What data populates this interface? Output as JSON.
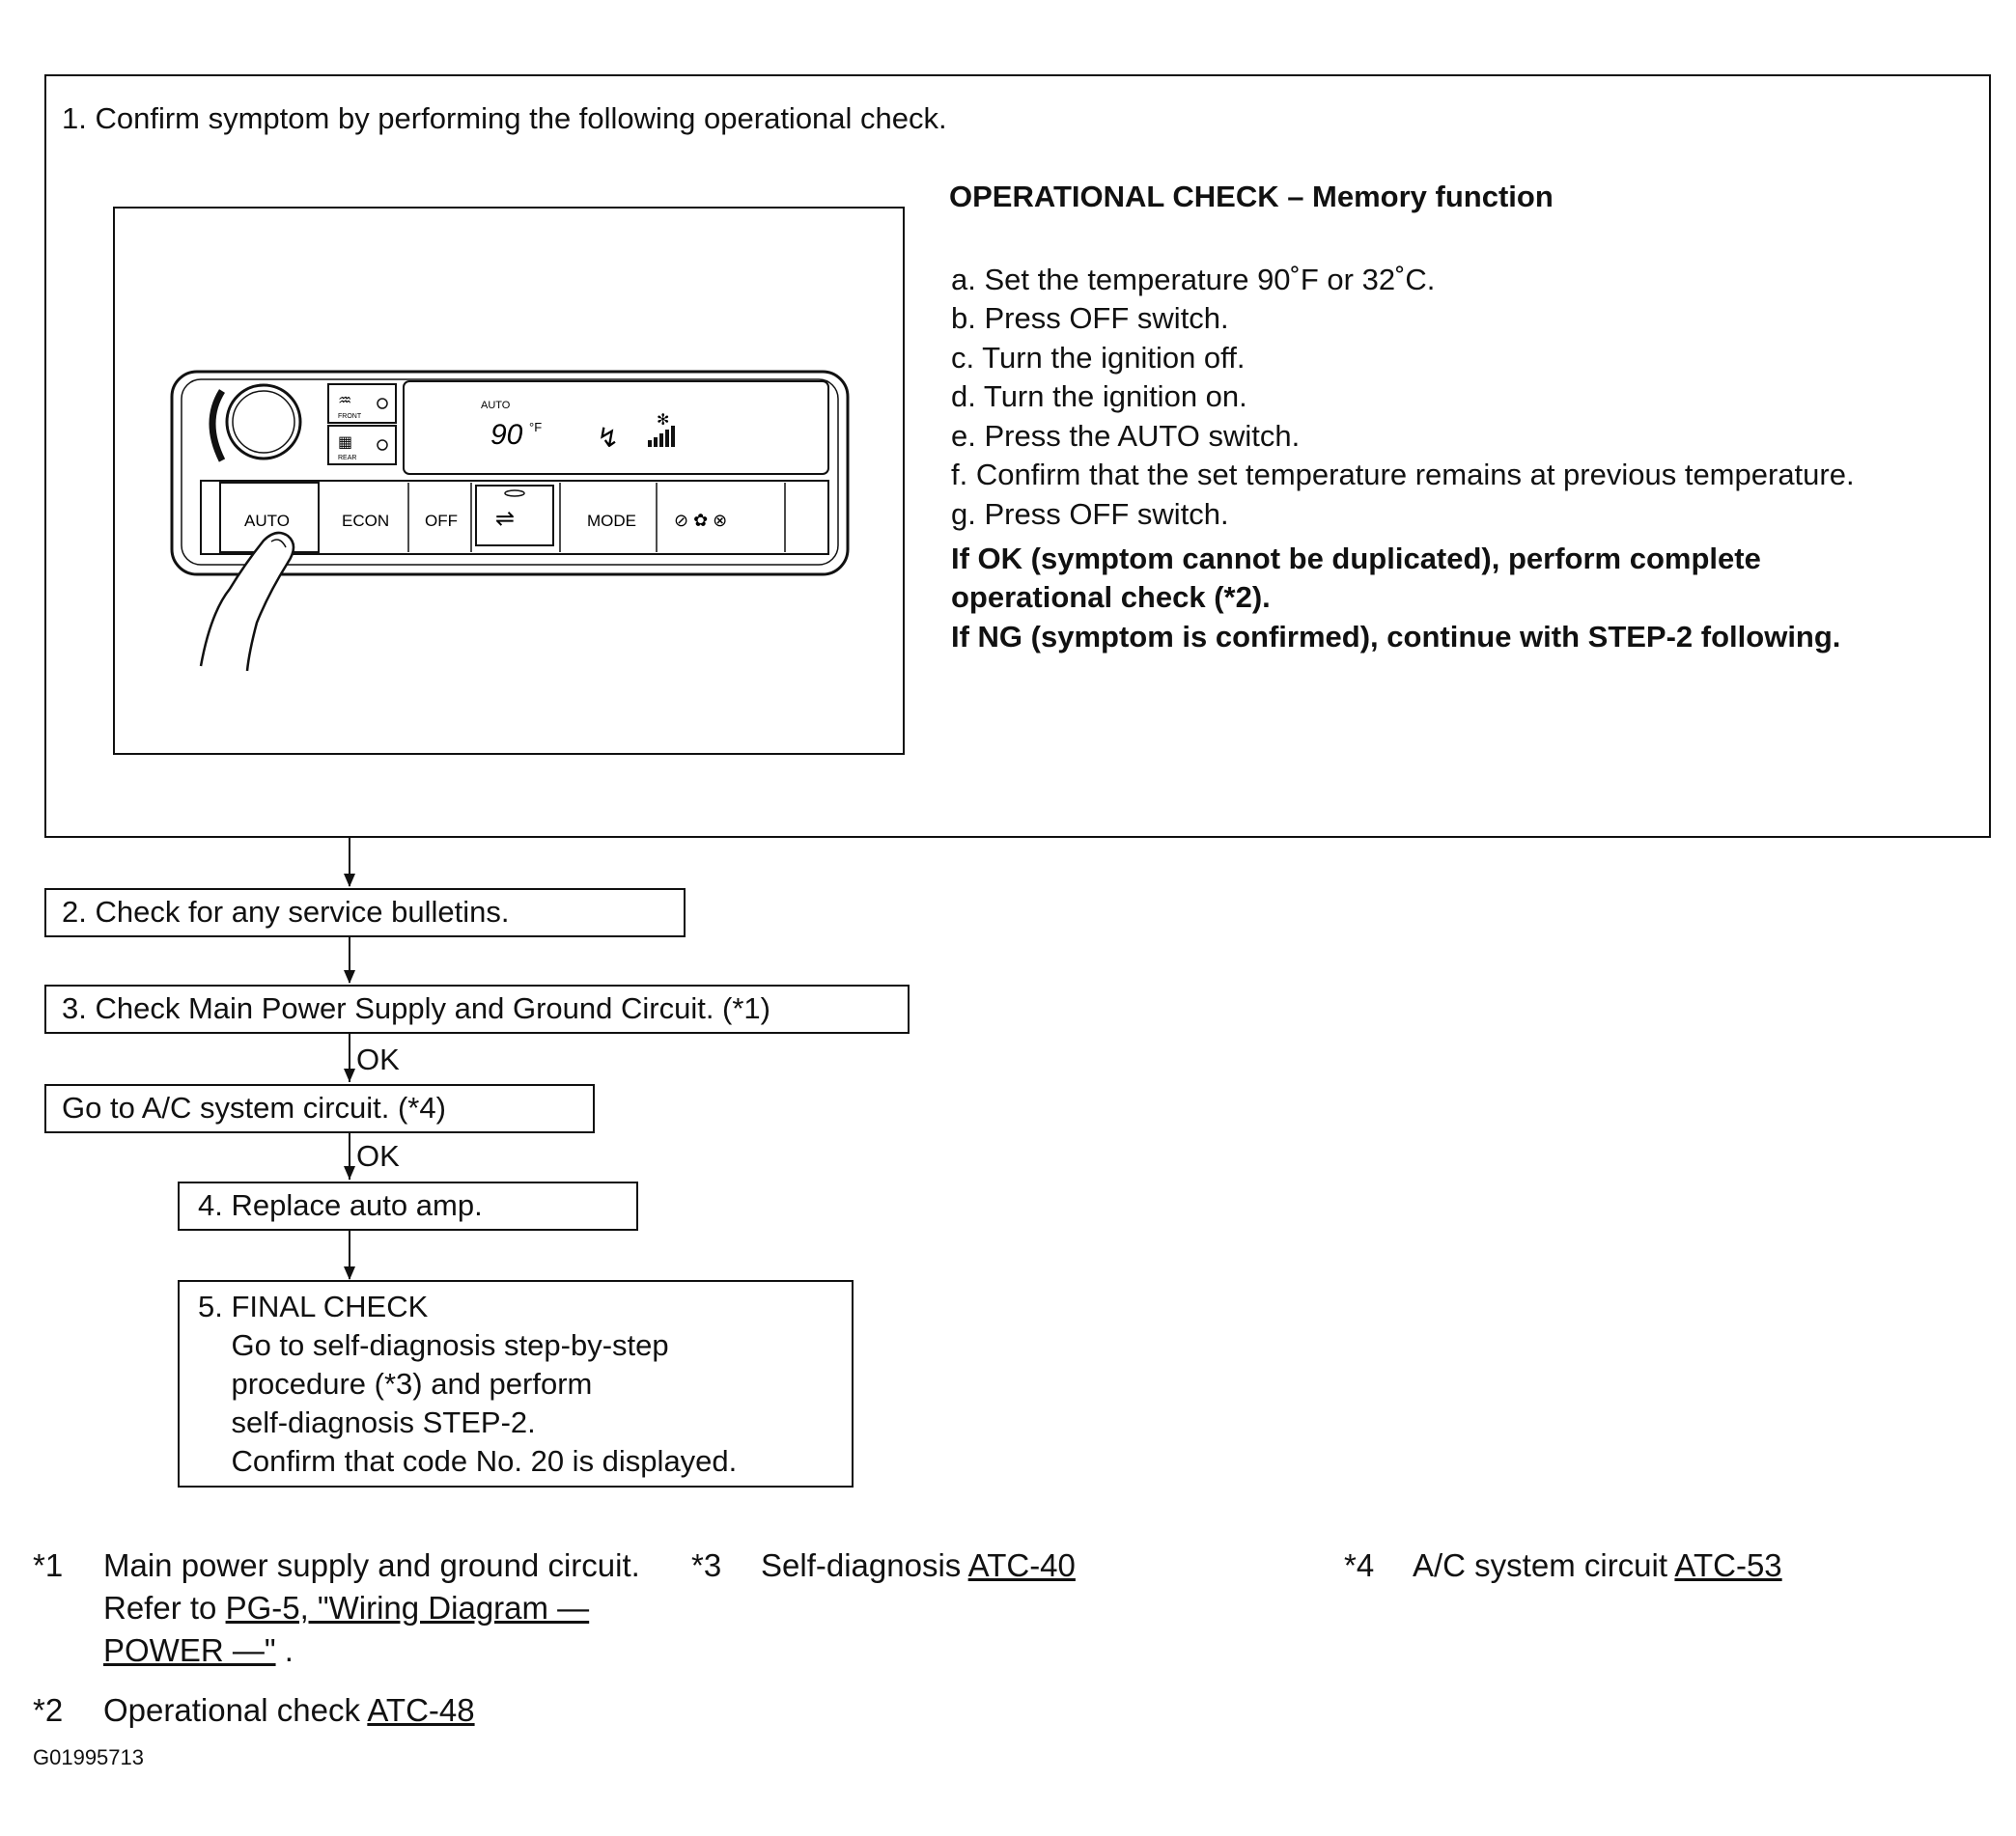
{
  "step1": {
    "text": "1. Confirm symptom by performing the following operational check.",
    "op_title": "OPERATIONAL CHECK – Memory function",
    "op_steps": [
      "a. Set the temperature 90˚F or 32˚C.",
      "b. Press OFF switch.",
      "c. Turn the ignition off.",
      "d. Turn the ignition on.",
      "e. Press the  AUTO switch.",
      "f.  Confirm that the set temperature remains at previous temperature.",
      "g. Press OFF switch."
    ],
    "result_lines": [
      "If OK (symptom cannot be duplicated), perform complete",
      "operational check (*2).",
      "If NG (symptom is confirmed), continue with STEP-2 following."
    ]
  },
  "panel": {
    "display_mode": "AUTO",
    "display_temp": "90",
    "display_unit": "°F",
    "front_label": "FRONT",
    "rear_label": "REAR",
    "buttons": [
      "AUTO",
      "ECON",
      "OFF",
      "MODE"
    ]
  },
  "flow": {
    "step2": "2. Check for any service bulletins.",
    "step3": "3. Check Main Power Supply and Ground Circuit. (*1)",
    "ok1": "OK",
    "goto_ac": "Go to A/C system circuit. (*4)",
    "ok2": "OK",
    "step4": "4. Replace auto amp.",
    "step5_lines": [
      "5. FINAL CHECK",
      "    Go to self-diagnosis step-by-step",
      "    procedure (*3) and perform",
      "    self-diagnosis STEP-2.",
      "    Confirm that code No. 20 is displayed."
    ]
  },
  "footnotes": {
    "n1_mark": "*1",
    "n1_text": "Main power supply and ground circuit.",
    "n1_refer": "Refer to",
    "n1_link_a": "PG-5, \"Wiring Diagram —",
    "n1_link_b": "POWER —\"",
    "n1_end": " .",
    "n2_mark": "*2",
    "n2_text": "Operational check",
    "n2_link": "ATC-48",
    "n3_mark": "*3",
    "n3_text": "Self-diagnosis",
    "n3_link": "ATC-40",
    "n4_mark": "*4",
    "n4_text": "A/C system circuit",
    "n4_link": "ATC-53"
  },
  "figure_id": "G01995713"
}
